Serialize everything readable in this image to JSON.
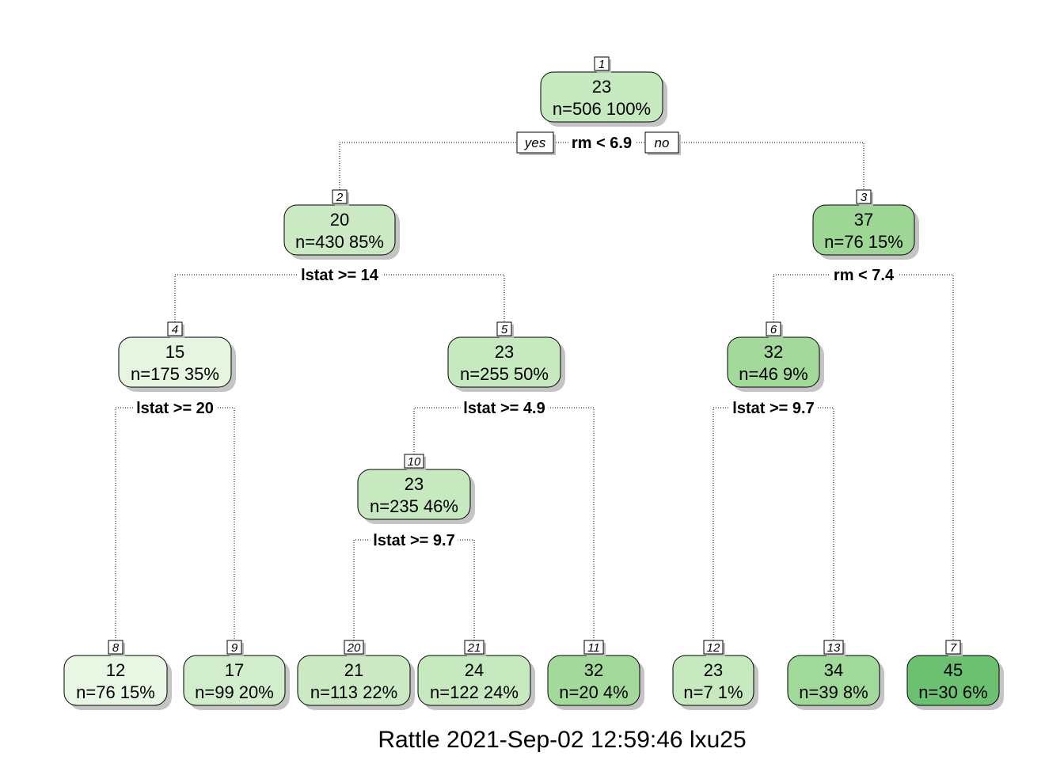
{
  "caption": "Rattle 2021-Sep-02 12:59:46 lxu25",
  "yes_label": "yes",
  "no_label": "no",
  "nodes": [
    {
      "id": "1",
      "value": "23",
      "stats": "n=506  100%",
      "fill": "#c7e9c0"
    },
    {
      "id": "2",
      "value": "20",
      "stats": "n=430  85%",
      "fill": "#cbeac4"
    },
    {
      "id": "3",
      "value": "37",
      "stats": "n=76  15%",
      "fill": "#9dd695"
    },
    {
      "id": "4",
      "value": "15",
      "stats": "n=175  35%",
      "fill": "#e5f5e0"
    },
    {
      "id": "5",
      "value": "23",
      "stats": "n=255  50%",
      "fill": "#c7e9c0"
    },
    {
      "id": "6",
      "value": "32",
      "stats": "n=46  9%",
      "fill": "#a3da9b"
    },
    {
      "id": "10",
      "value": "23",
      "stats": "n=235  46%",
      "fill": "#c7e9c0"
    },
    {
      "id": "8",
      "value": "12",
      "stats": "n=76  15%",
      "fill": "#e8f6e4"
    },
    {
      "id": "9",
      "value": "17",
      "stats": "n=99  20%",
      "fill": "#d2edcc"
    },
    {
      "id": "20",
      "value": "21",
      "stats": "n=113  22%",
      "fill": "#cbeac4"
    },
    {
      "id": "21",
      "value": "24",
      "stats": "n=122  24%",
      "fill": "#c7e9c0"
    },
    {
      "id": "11",
      "value": "32",
      "stats": "n=20  4%",
      "fill": "#a3da9b"
    },
    {
      "id": "12",
      "value": "23",
      "stats": "n=7  1%",
      "fill": "#c7e9c0"
    },
    {
      "id": "13",
      "value": "34",
      "stats": "n=39  8%",
      "fill": "#a1d99b"
    },
    {
      "id": "7",
      "value": "45",
      "stats": "n=30  6%",
      "fill": "#6cc071"
    }
  ],
  "splits": [
    {
      "node": "1",
      "label": "rm < 6.9"
    },
    {
      "node": "2",
      "label": "lstat >= 14"
    },
    {
      "node": "3",
      "label": "rm < 7.4"
    },
    {
      "node": "4",
      "label": "lstat >= 20"
    },
    {
      "node": "5",
      "label": "lstat >= 4.9"
    },
    {
      "node": "6",
      "label": "lstat >= 9.7"
    },
    {
      "node": "10",
      "label": "lstat >= 9.7"
    }
  ]
}
